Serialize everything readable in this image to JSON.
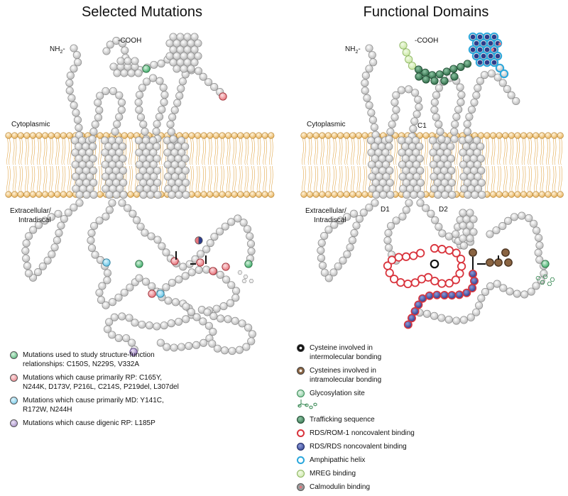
{
  "left_panel": {
    "title": "Selected Mutations",
    "nh2": "NH",
    "nh2_sub": "2",
    "nh2_tail": "-",
    "cooh": "-COOH",
    "cytoplasmic": "Cytoplasmic",
    "extracellular": "Extracellular/",
    "intradiscal": "Intradiscal",
    "legend": [
      {
        "lines": [
          "Mutations used to study structure-function",
          "relationships: C150S, N229S, V332A"
        ],
        "color": "#3fae6a"
      },
      {
        "lines": [
          "Mutations which cause primarily RP: C165Y,",
          "N244K, D173V, P216L, C214S, P219del, L307del"
        ],
        "color": "#e8747c"
      },
      {
        "lines": [
          "Mutations which cause primarily MD: Y141C,",
          "R172W, N244H"
        ],
        "color": "#63c3e6"
      },
      {
        "lines": [
          "Mutations which cause digenic RP: L185P"
        ],
        "color": "#9a7fc0"
      }
    ]
  },
  "right_panel": {
    "title": "Functional Domains",
    "nh2": "NH",
    "nh2_sub": "2",
    "nh2_tail": "-",
    "cooh": "-COOH",
    "cytoplasmic": "Cytoplasmic",
    "extracellular": "Extracellular/",
    "intradiscal": "Intradiscal",
    "c1": "C1",
    "d1": "D1",
    "d2": "D2",
    "legend": [
      {
        "lines": [
          "Cysteine involved in",
          "intermolecular bonding"
        ],
        "style": "black"
      },
      {
        "lines": [
          "Cysteines involved in",
          "intramolecular bonding"
        ],
        "style": "brown"
      },
      {
        "lines": [
          "Glycosylation site"
        ],
        "style": "glyco"
      },
      {
        "lines": [
          "Trafficking sequence"
        ],
        "style": "traffic"
      },
      {
        "lines": [
          "RDS/ROM-1 noncovalent binding"
        ],
        "style": "redring"
      },
      {
        "lines": [
          "RDS/RDS noncovalent binding"
        ],
        "style": "navy"
      },
      {
        "lines": [
          "Amphipathic helix"
        ],
        "style": "cyanring"
      },
      {
        "lines": [
          "MREG binding"
        ],
        "style": "mreg"
      },
      {
        "lines": [
          "Calmodulin binding"
        ],
        "style": "calmod"
      }
    ]
  },
  "colors": {
    "membrane": "#e7b25c",
    "residue": "#d6d6d6",
    "residue_stroke": "#8c8c8c",
    "mutation_green": "#3fae6a",
    "mutation_red": "#e8747c",
    "mutation_cyan": "#63c3e6",
    "mutation_purple": "#9a7fc0",
    "trafficking": "#2e6a47",
    "rom1_ring": "#d9333c",
    "navy": "#2c3c8c",
    "cyan_ring": "#2aa7dc",
    "mreg": "#c9e6a4",
    "brown": "#8a6442"
  }
}
